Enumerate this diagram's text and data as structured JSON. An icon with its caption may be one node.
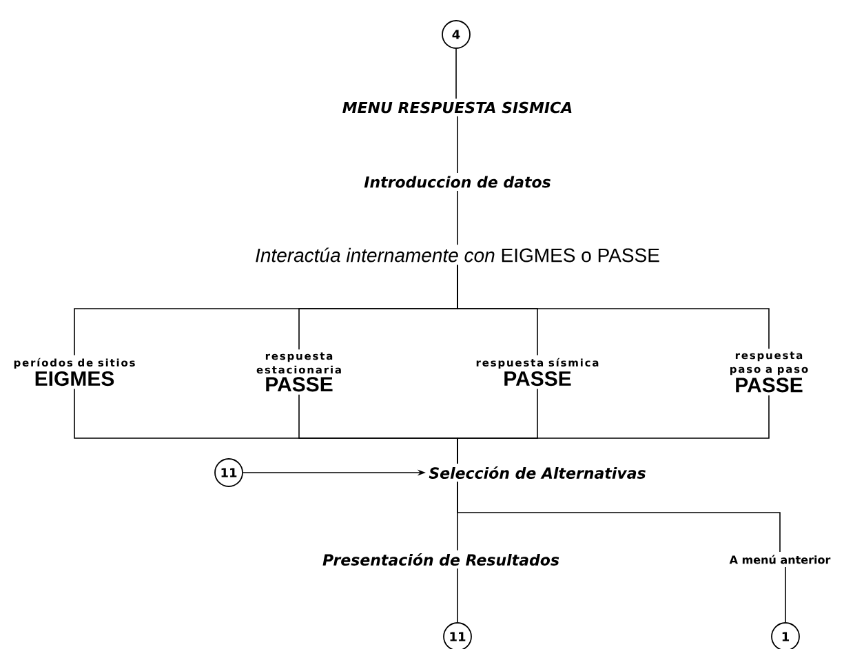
{
  "diagram": {
    "nodes": [
      {
        "text": [
          "4"
        ]
      },
      {
        "text": [
          "MENU RESPUESTA SISMICA"
        ]
      },
      {
        "text": [
          "Introduccion de datos"
        ]
      },
      {
        "text": [
          "*Interactúa internamente con* EIGMES o PASSE"
        ]
      },
      {
        "text": [
          "períodos de sitios",
          "EIGMES"
        ]
      },
      {
        "text": [
          "respuesta estacionaria",
          "PASSE"
        ]
      },
      {
        "text": [
          "respuesta sísmica",
          "PASSE"
        ]
      },
      {
        "text": [
          "respuesta paso a paso",
          "PASSE"
        ]
      },
      {
        "text": [
          "11"
        ]
      },
      {
        "text": [
          "Selección de Alternativas"
        ]
      },
      {
        "text": [
          "Presentación de Resultados"
        ]
      },
      {
        "text": [
          "A menú anterior"
        ]
      },
      {
        "text": [
          "11"
        ]
      },
      {
        "text": [
          "1"
        ]
      }
    ],
    "edges": [
      {
        "from": 0,
        "to": 1,
        "arrow": "none"
      },
      {
        "from": 1,
        "to": 2,
        "arrow": "none"
      },
      {
        "from": 2,
        "to": 3,
        "arrow": "none"
      },
      {
        "from": 3,
        "to": 4,
        "arrow": "none"
      },
      {
        "from": 3,
        "to": 5,
        "arrow": "none"
      },
      {
        "from": 3,
        "to": 6,
        "arrow": "none"
      },
      {
        "from": 3,
        "to": 7,
        "arrow": "none"
      },
      {
        "from": 4,
        "to": 9,
        "arrow": "none"
      },
      {
        "from": 5,
        "to": 9,
        "arrow": "none"
      },
      {
        "from": 6,
        "to": 9,
        "arrow": "none"
      },
      {
        "from": 7,
        "to": 9,
        "arrow": "none"
      },
      {
        "from": 8,
        "to": 9,
        "arrow": "to"
      },
      {
        "from": 9,
        "to": 10,
        "arrow": "none"
      },
      {
        "from": 9,
        "to": 11,
        "arrow": "none"
      },
      {
        "from": 10,
        "to": 12,
        "arrow": "none"
      },
      {
        "from": 11,
        "to": 13,
        "arrow": "none"
      }
    ]
  }
}
